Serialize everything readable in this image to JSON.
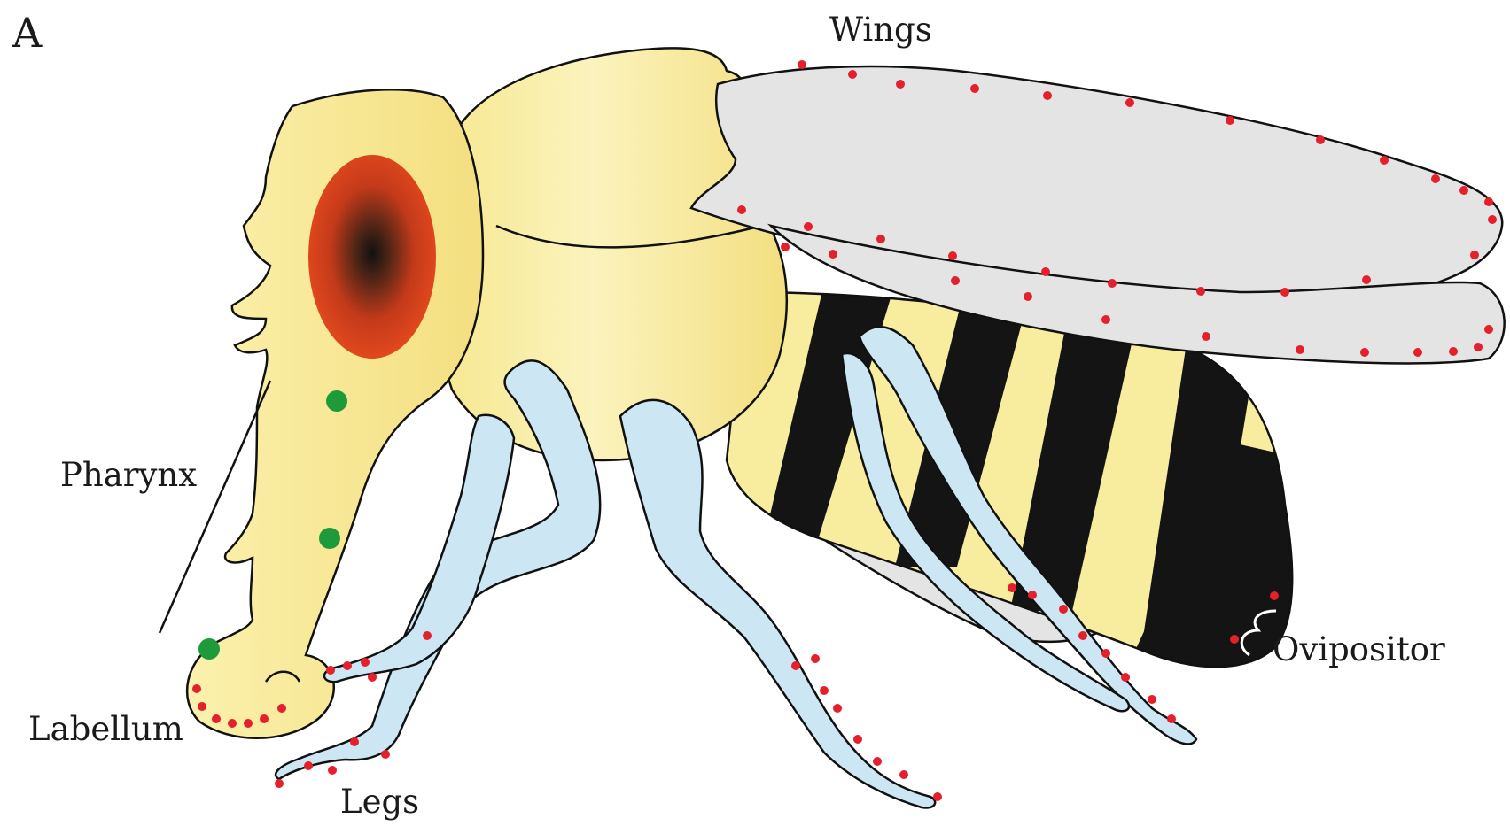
{
  "figure": {
    "panel_letter": "A",
    "labels": {
      "wings": "Wings",
      "pharynx": "Pharynx",
      "labellum": "Labellum",
      "legs": "Legs",
      "ovipositor": "Ovipositor"
    },
    "colors": {
      "body": "#f8ec9e",
      "body_light": "#fbf3bd",
      "legs": "#cde6f4",
      "wings": "#e4e4e4",
      "stripes": "#141414",
      "eye_outer": "#e2431e",
      "eye_center": "#111111",
      "red_sensilla": "#e3202b",
      "green_sensilla": "#1f9a3b",
      "outline": "#111111"
    }
  }
}
